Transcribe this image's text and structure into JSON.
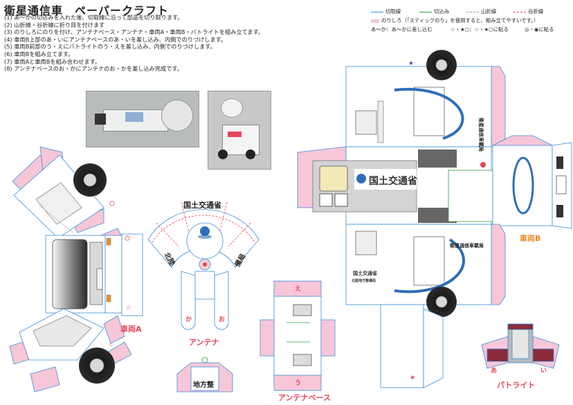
{
  "title": "衛星通信車　ペーパークラフト",
  "steps": [
    "(1) あ～かの切込みを入れた後、切取線に沿って部品を切り取ります。",
    "(2) 山折線・谷折線に折り目を付けます",
    "(3) のりしろにのりを付け、アンテナベース・アンテナ・車両A・車両B・パトライトを組み立てます。",
    "(4) 車両B上部のあ・いにアンテナベースのあ・いを差し込み、内側でのりづけします。",
    "(5) 車両B前部のう・えにパトライトのう・えを差し込み、内側でのりづけします。",
    "(6) 車両Bを組み立てます。",
    "(7) 車両Aと車両Bを組み合わせます。",
    "(8) アンテナベースのお・かにアンテナのお・かを差し込み完成です。"
  ],
  "legend": {
    "cut": "切取線",
    "slit": "切込み",
    "mountain": "山折線",
    "valley": "谷折線",
    "glue": "のりしろ（「スティックのり」を使用すると、組み立てやすいです。）",
    "insert": "あ～か：あ～かに差し込む",
    "stars": "☆・★○：☆・★○に貼る",
    "circles": "◎・◉に貼る"
  },
  "colors": {
    "cut": "#3a8fd6",
    "slit": "#2e9e3a",
    "mountain": "#9a9a9a",
    "valley": "#e8455a",
    "glue": "#f7c6d9",
    "part_label": "#e8455a",
    "part_label_alt": "#f08a24",
    "logo_blue": "#2f6fb7"
  },
  "parts": {
    "vehicle_a": "車両A",
    "vehicle_b": "車両B",
    "antenna": "アンテナ",
    "antenna_base": "アンテナベース",
    "patlight": "パトライト"
  },
  "vehicle_text": {
    "mlit": "国土交通省",
    "mlit_sub": "北陸地方整備局",
    "sat_car": "衛星通信車載局",
    "hoku": "北陸",
    "kyoku": "備局",
    "chihosei": "地方整"
  },
  "marks": [
    "あ",
    "い",
    "う",
    "え",
    "お",
    "か"
  ]
}
